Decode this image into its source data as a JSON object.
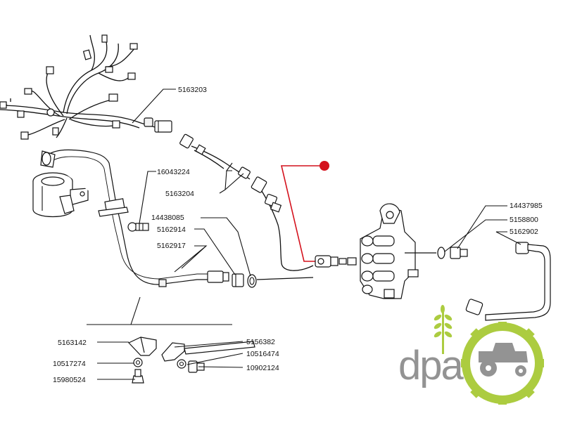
{
  "diagram": {
    "part_numbers": {
      "p5163203": "5163203",
      "p16043224": "16043224",
      "p5163204": "5163204",
      "p14438085": "14438085",
      "p5162914": "5162914",
      "p5162917": "5162917",
      "p14437985": "14437985",
      "p5158800": "5158800",
      "p5162902": "5162902",
      "p5163142": "5163142",
      "p5156382": "5156382",
      "p10517274": "10517274",
      "p10516474": "10516474",
      "p15980524": "15980524",
      "p10902124": "10902124"
    },
    "highlight_color": "#d4111c"
  },
  "watermark": {
    "text": "dpa",
    "text_color": "#8a8a8a",
    "accent_color": "#a6c830"
  }
}
